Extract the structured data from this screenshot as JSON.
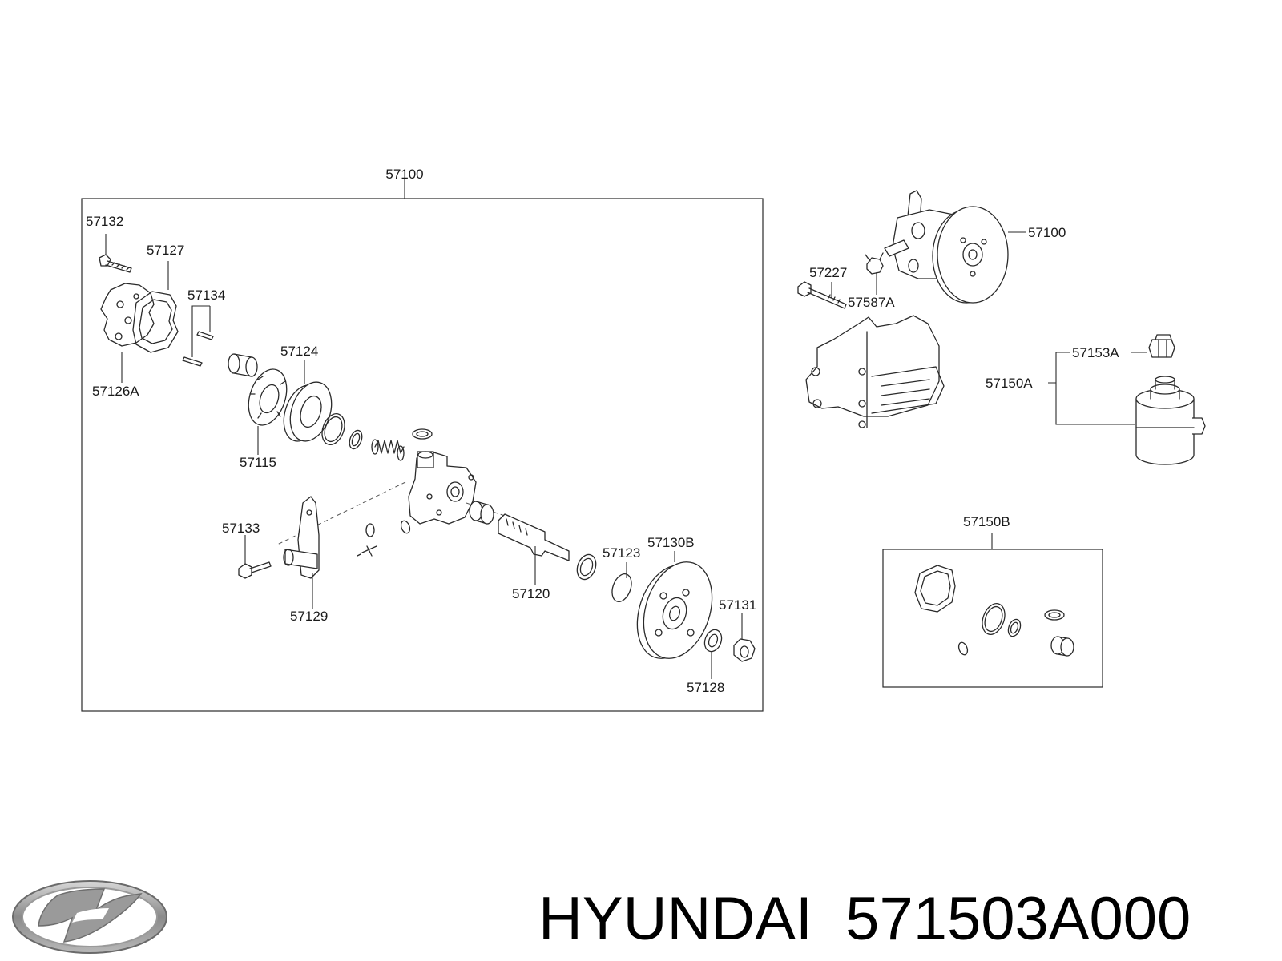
{
  "diagram": {
    "callouts": {
      "main_assembly": "57100",
      "c57132": "57132",
      "c57127": "57127",
      "c57134": "57134",
      "c57126A": "57126A",
      "c57124": "57124",
      "c57115": "57115",
      "c57133": "57133",
      "c57129": "57129",
      "c57120": "57120",
      "c57123": "57123",
      "c57130B": "57130B",
      "c57131": "57131",
      "c57128": "57128",
      "pump_assembly": "57100",
      "c57227": "57227",
      "c57587A": "57587A",
      "c57153A": "57153A",
      "c57150A": "57150A",
      "c57150B": "57150B"
    }
  },
  "brand": {
    "name": "HYUNDAI",
    "part_number": "571503A000",
    "logo_icon": "hyundai-logo-icon"
  }
}
